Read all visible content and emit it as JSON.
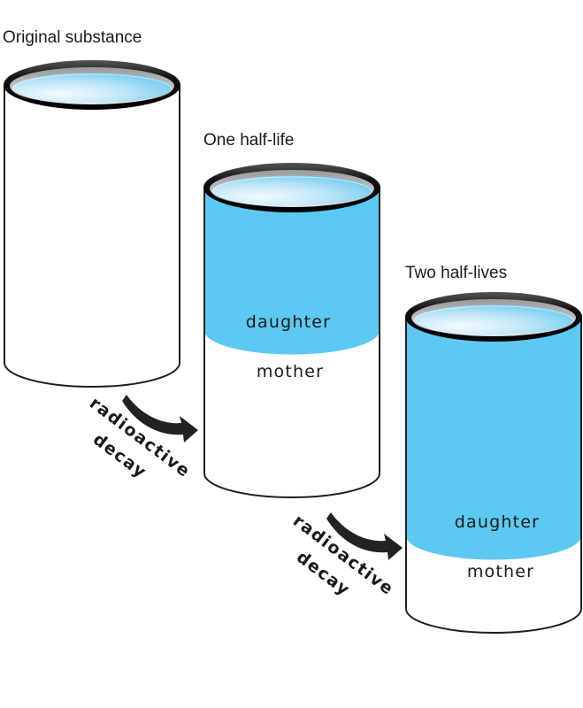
{
  "cylinders": [
    {
      "title": "Original substance",
      "daughter_fraction": 0,
      "daughter_label": "",
      "mother_label": ""
    },
    {
      "title": "One half-life",
      "daughter_fraction": 0.5,
      "daughter_label": "daughter",
      "mother_label": "mother"
    },
    {
      "title": "Two half-lives",
      "daughter_fraction": 0.75,
      "daughter_label": "daughter",
      "mother_label": "mother"
    }
  ],
  "arrows": [
    {
      "line1": "radioactive",
      "line2": "decay"
    },
    {
      "line1": "radioactive",
      "line2": "decay"
    }
  ],
  "colors": {
    "daughter_fill": "#5cc9f2",
    "surface_light": "#ebf7fd",
    "surface_blue": "#6fcdf1",
    "rim": "#1f1f1f",
    "outline": "#1f1f1f",
    "arrow": "#222222"
  }
}
